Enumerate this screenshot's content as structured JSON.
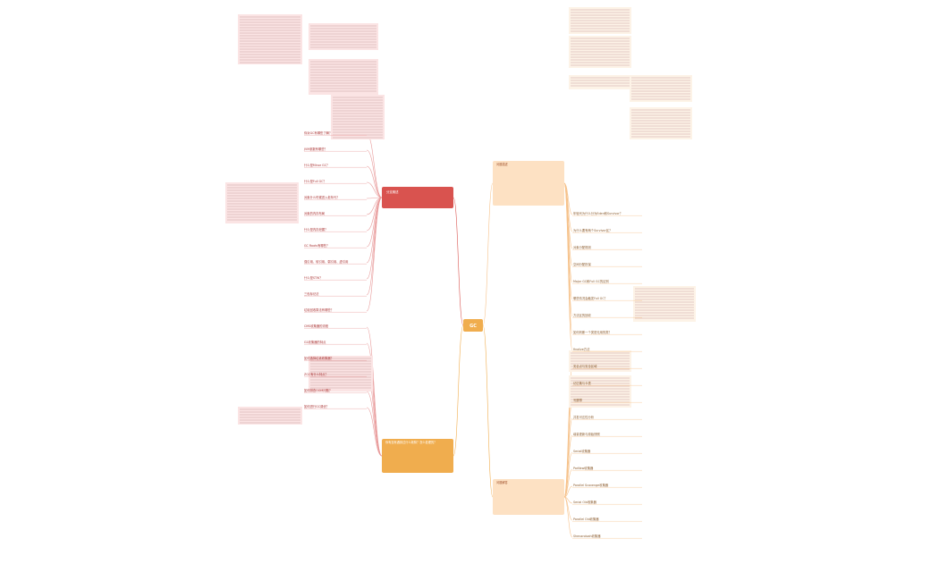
{
  "root": {
    "label": "GC"
  },
  "branches": {
    "left_red": {
      "title": "分支概述",
      "color": "#d9534f"
    },
    "left_orange": {
      "title": "你有没有遇到过什么故障？怎么处理的？",
      "color": "#f0ad4e"
    },
    "right_top": {
      "title": "问题描述",
      "color": "#f6c28b"
    },
    "right_bottom": {
      "title": "问题解答",
      "color": "#f0ad4e"
    }
  },
  "left_nodes": [
    {
      "text": "你对GC有哪些了解？"
    },
    {
      "text": "JVM参数有哪些？"
    },
    {
      "text": "什么是Minor GC？"
    },
    {
      "text": "什么是Full GC？"
    },
    {
      "text": "对象什么时候进入老年代？"
    },
    {
      "text": "对象的内存布局"
    },
    {
      "text": "什么是内存泄漏？"
    },
    {
      "text": "GC Roots有哪些？"
    },
    {
      "text": "强引用、软引用、弱引用、虚引用"
    },
    {
      "text": "什么是STW？"
    },
    {
      "text": "三色标记法"
    },
    {
      "text": "垃圾回收算法有哪些？"
    },
    {
      "text": "CMS收集器的流程"
    },
    {
      "text": "G1收集器的特点"
    },
    {
      "text": "如何选择垃圾收集器？"
    },
    {
      "text": "ZGC有什么特点？"
    },
    {
      "text": "如何排查OOM问题？"
    },
    {
      "text": "如何进行GC调优？"
    }
  ],
  "right_nodes": [
    {
      "text": "年轻代为什么分为Eden和Survivor？"
    },
    {
      "text": "为什么要有两个Survivor区？"
    },
    {
      "text": "对象分配规则"
    },
    {
      "text": "空间分配担保"
    },
    {
      "text": "Major GC和Full GC的区别"
    },
    {
      "text": "哪些情况会触发Full GC？"
    },
    {
      "text": "方法区的回收"
    },
    {
      "text": "如何判断一个类是无用的类？"
    },
    {
      "text": "finalize方法"
    },
    {
      "text": "安全点与安全区域"
    },
    {
      "text": "记忆集与卡表"
    },
    {
      "text": "写屏障"
    },
    {
      "text": "并发可达性分析"
    },
    {
      "text": "增量更新与原始快照"
    },
    {
      "text": "Serial收集器"
    },
    {
      "text": "ParNew收集器"
    },
    {
      "text": "Parallel Scavenge收集器"
    },
    {
      "text": "Serial Old收集器"
    },
    {
      "text": "Parallel Old收集器"
    },
    {
      "text": "Shenandoah收集器"
    }
  ]
}
